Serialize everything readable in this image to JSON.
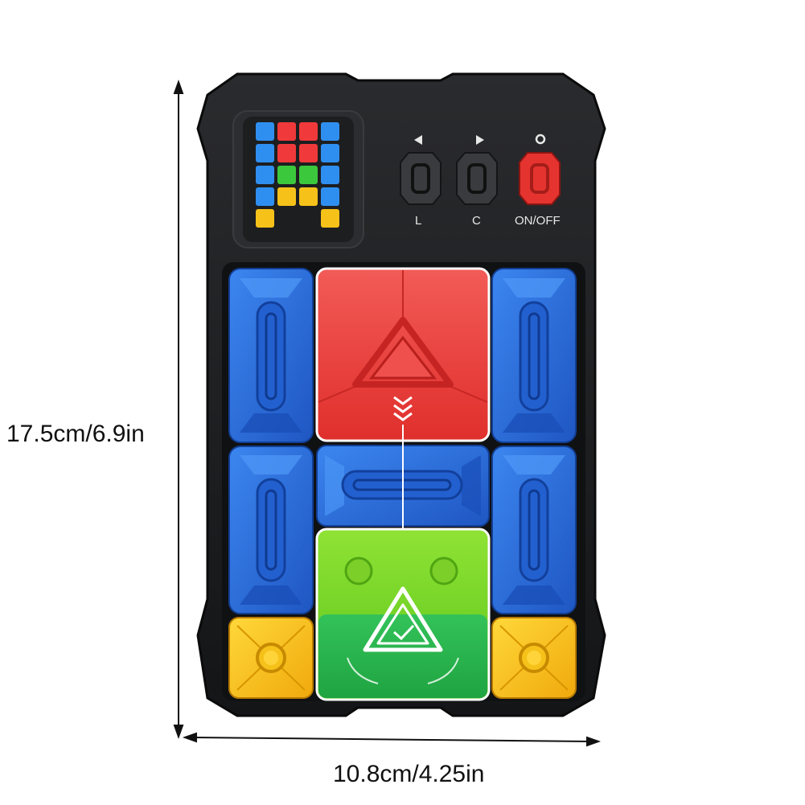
{
  "dimensions": {
    "height": "17.5cm/6.9in",
    "width": "10.8cm/4.25in"
  },
  "controls": {
    "left_button": {
      "label": "L",
      "icon": "triangle-left-icon"
    },
    "center_button": {
      "label": "C",
      "icon": "triangle-right-icon"
    },
    "power_button": {
      "label": "ON/OFF",
      "icon": "power-icon"
    }
  },
  "colors": {
    "device_body": "#1b1c1e",
    "block_blue": "#2f6fd6",
    "block_red": "#ea3b3a",
    "block_green": "#6fd21c",
    "block_yellow": "#f6c21a",
    "power_red": "#e5342f"
  },
  "level_display": {
    "grid": [
      [
        "blue",
        "red",
        "red",
        "blue"
      ],
      [
        "blue",
        "red",
        "red",
        "blue"
      ],
      [
        "blue",
        "green",
        "green",
        "blue"
      ],
      [
        "blue",
        "yellow",
        "yellow",
        "blue"
      ],
      [
        "yellow",
        "black",
        "black",
        "yellow"
      ]
    ]
  }
}
